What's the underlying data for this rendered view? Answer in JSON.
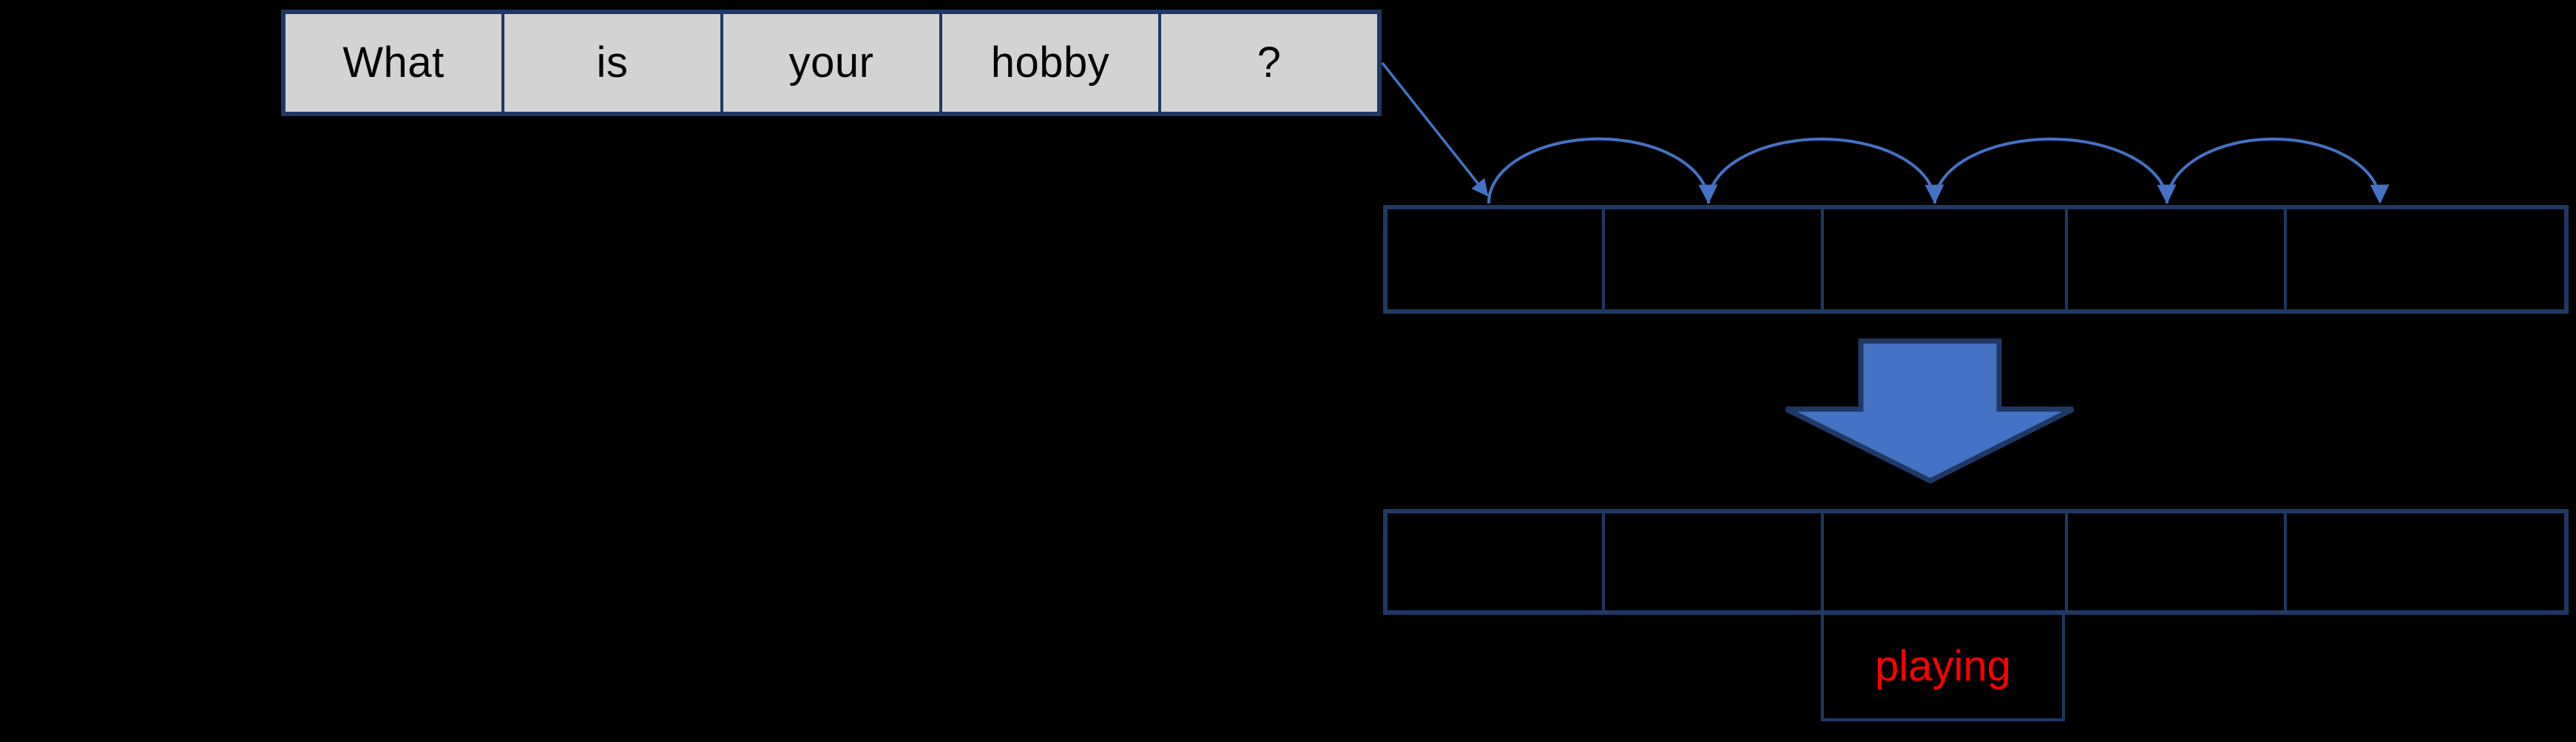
{
  "colors": {
    "accent_blue": "#4472C4",
    "border_navy": "#1F3864",
    "cell_grey": "#D3D3D3",
    "word_text_black": "#000000",
    "prediction_red": "#FF0000",
    "canvas_bg": "#000000"
  },
  "sentence_row": {
    "words": [
      "What",
      "is",
      "your",
      "hobby",
      "?"
    ]
  },
  "prediction": {
    "label": "playing"
  }
}
